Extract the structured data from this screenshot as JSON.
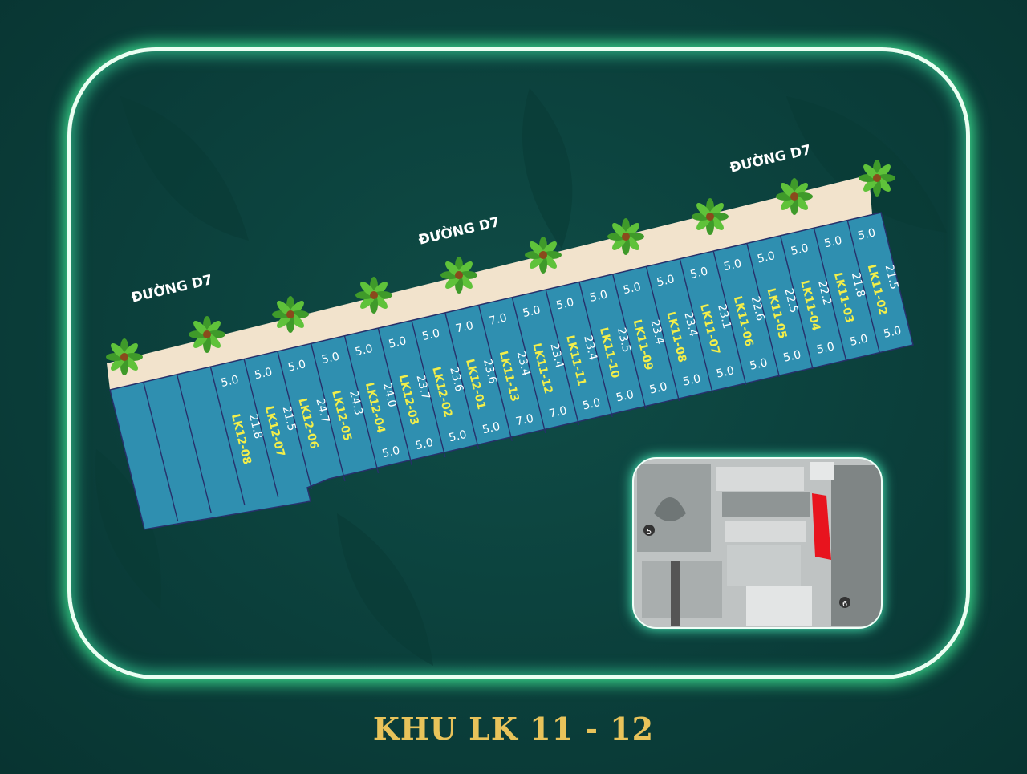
{
  "title": "KHU LK 11 - 12",
  "road_labels": [
    "ĐƯỜNG D7",
    "ĐƯỜNG D7",
    "ĐƯỜNG D7"
  ],
  "mini_map": {
    "label_5": "5",
    "label_6": "6"
  },
  "colors": {
    "background": "#0b3f3b",
    "plot_fill": "#2f8fb0",
    "plot_line": "#27306a",
    "sidewalk": "#f2e3cc",
    "code_text": "#f2ee4a",
    "title": "#e8c35a",
    "highlight": "#e8141e"
  },
  "lots_upper": [
    {
      "code": "LK12-08",
      "depth": "21.8",
      "top": "5.0"
    },
    {
      "code": "LK12-07",
      "depth": "21.5",
      "top": "5.0"
    },
    {
      "code": "LK12-06",
      "depth": "24.7",
      "top": "5.0"
    },
    {
      "code": "LK12-05",
      "depth": "24.3",
      "top": "5.0"
    },
    {
      "code": "LK12-04",
      "depth": "24.0",
      "top": "5.0",
      "bottom": "5.0"
    },
    {
      "code": "LK12-03",
      "depth": "23.7",
      "top": "5.0",
      "bottom": "5.0"
    },
    {
      "code": "LK12-02",
      "depth": "23.6",
      "top": "5.0",
      "bottom": "5.0"
    },
    {
      "code": "LK12-01",
      "depth": "23.6",
      "top": "7.0",
      "bottom": "5.0"
    },
    {
      "code": "LK11-13",
      "depth": "23.4",
      "top": "7.0",
      "bottom": "7.0"
    },
    {
      "code": "LK11-12",
      "depth": "23.4",
      "top": "5.0",
      "bottom": "7.0"
    },
    {
      "code": "LK11-11",
      "depth": "23.4",
      "top": "5.0",
      "bottom": "5.0"
    },
    {
      "code": "LK11-10",
      "depth": "23.5",
      "top": "5.0",
      "bottom": "5.0"
    },
    {
      "code": "LK11-09",
      "depth": "23.4",
      "top": "5.0",
      "bottom": "5.0"
    },
    {
      "code": "LK11-08",
      "depth": "23.4",
      "top": "5.0",
      "bottom": "5.0"
    },
    {
      "code": "LK11-07",
      "depth": "23.1",
      "top": "5.0",
      "bottom": "5.0"
    },
    {
      "code": "LK11-06",
      "depth": "22.6",
      "top": "5.0",
      "bottom": "5.0"
    },
    {
      "code": "LK11-05",
      "depth": "22.5",
      "top": "5.0",
      "bottom": "5.0"
    },
    {
      "code": "LK11-04",
      "depth": "22.2",
      "top": "5.0",
      "bottom": "5.0"
    },
    {
      "code": "LK11-03",
      "depth": "21.8",
      "top": "5.0",
      "bottom": "5.0"
    },
    {
      "code": "LK11-02",
      "depth": "21.5",
      "top": "5.0",
      "bottom": "5.0"
    }
  ]
}
